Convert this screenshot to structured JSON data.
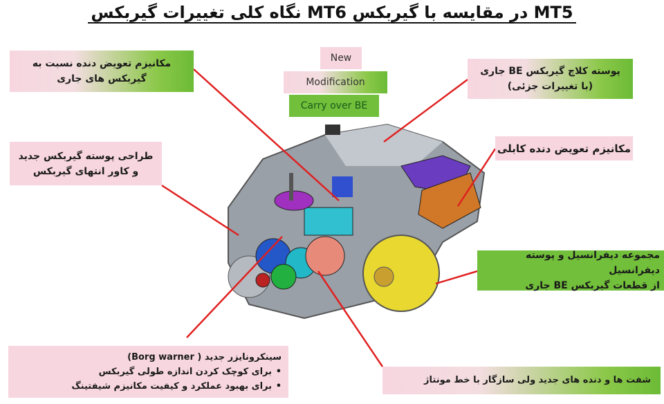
{
  "title": "نگاه کلی تغییرات گیربکس MT6 در مقایسه با گیربکس MT5",
  "legend": {
    "new": "New",
    "modification": "Modification",
    "carry_over": "Carry over BE"
  },
  "labels": {
    "shift_mechanism": [
      "مکانیزم تعویض دنده نسبت به",
      "گیربکس های جاری"
    ],
    "housing_design": [
      "طراحی پوسته گیربکس جدید",
      "و کاور انتهای گیربکس"
    ],
    "clutch_housing": [
      "پوسته کلاچ گیربکس BE جاری",
      "(با تغییرات جزئی)"
    ],
    "cable_shift": "مکانیزم تعویض دنده کابلی",
    "differential": [
      "مجموعه دیفرانسیل و پوسته دیفرانسیل",
      "از قطعات گیربکس BE جاری"
    ],
    "synchronizer": {
      "heading": "سینکرونایزر جدید ( Borg warner)",
      "bullets": [
        "برای کوچک کردن اندازه طولی گیربکس",
        "برای بهبود عملکرد و کیفیت مکانیزم شیفتینگ"
      ]
    },
    "shafts": "شفت ها و دنده های جدید ولی سازگار با خط مونتاژ"
  },
  "colors": {
    "new": "#f7d6e0",
    "carry_over": "#71bf3a",
    "arrow": "#e02020"
  }
}
